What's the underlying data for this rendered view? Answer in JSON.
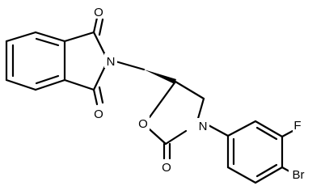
{
  "structure": {
    "atoms": {
      "phthalimide_o_top": "O",
      "phthalimide_n": "N",
      "phthalimide_o_bottom": "O",
      "ring_o": "O",
      "ring_n": "N",
      "carbonyl_o": "O",
      "fluorine": "F",
      "bromine": "Br"
    },
    "stereo_bond": "wedge",
    "colors": {
      "bond": "#000000",
      "label": "#000000",
      "background": "#ffffff"
    }
  }
}
